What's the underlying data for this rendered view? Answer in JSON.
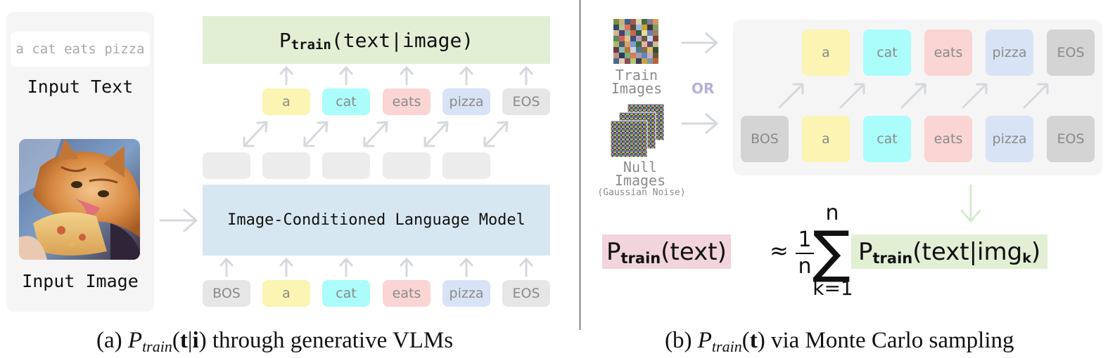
{
  "panel_a": {
    "input_text_value": "a cat eats pizza",
    "input_text_label": "Input Text",
    "input_image_label": "Input Image",
    "prob_head": "P",
    "prob_sub": "train",
    "prob_tail": "(text|image)",
    "model_label": "Image-Conditioned Language Model",
    "output_tokens": [
      "a",
      "cat",
      "eats",
      "pizza",
      "EOS"
    ],
    "input_tokens": [
      "BOS",
      "a",
      "cat",
      "eats",
      "pizza",
      "EOS"
    ],
    "caption_prefix": "(a) ",
    "caption_math": "P",
    "caption_sub": "train",
    "caption_arg_open": "(",
    "caption_arg_t": "t",
    "caption_arg_bar": "|",
    "caption_arg_i": "i",
    "caption_arg_close": ")",
    "caption_suffix": " through generative VLMs"
  },
  "panel_b": {
    "train_images_label_1": "Train",
    "train_images_label_2": "Images",
    "or_label": "OR",
    "null_images_label_1": "Null",
    "null_images_label_2": "Images",
    "null_images_note": "(Gaussian Noise)",
    "top_tokens": [
      "a",
      "cat",
      "eats",
      "pizza",
      "EOS"
    ],
    "bottom_tokens": [
      "BOS",
      "a",
      "cat",
      "eats",
      "pizza",
      "EOS"
    ],
    "formula_left_head": "P",
    "formula_left_sub": "train",
    "formula_left_tail": "(text)",
    "formula_approx": "≈",
    "formula_frac_num": "1",
    "formula_frac_den": "n",
    "formula_sum_top": "n",
    "formula_sum_bottom": "k=1",
    "formula_sigma": "∑",
    "formula_right_head": "P",
    "formula_right_sub": "train",
    "formula_right_tail_a": "(text|img",
    "formula_right_tail_k": "k",
    "formula_right_tail_b": " )",
    "caption_prefix": "(b) ",
    "caption_math": "P",
    "caption_sub": "train",
    "caption_arg_open": "(",
    "caption_arg_t": "t",
    "caption_arg_close": ")",
    "caption_suffix": " via Monte Carlo sampling"
  },
  "colors": {
    "token_a": "#fbf4b3",
    "token_cat": "#aafdfa",
    "token_eats": "#fbd4d4",
    "token_pizza": "#d8e3f5",
    "token_special": "#e6e6e6",
    "token_special_dark": "#d4d4d4",
    "hidden_state": "#ececec",
    "arrow": "#d5d8dc",
    "formula_left_bg": "#f1d4dc",
    "formula_right_bg": "#e2efd5"
  }
}
